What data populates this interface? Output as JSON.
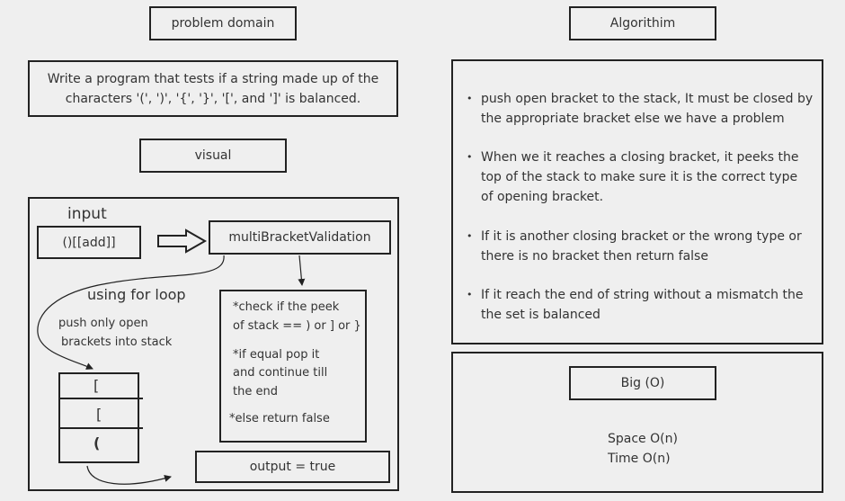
{
  "left": {
    "problem_domain_title": "problem domain",
    "problem_text_line1": "Write a program that tests if a string made up of the",
    "problem_text_line2": "characters '(', ')', '{', '}', '[', and ']' is balanced.",
    "visual_title": "visual"
  },
  "visual": {
    "input_label": "input",
    "input_value": "()[[add]]",
    "function_name": "multiBracketValidation",
    "loop_label": "using for loop",
    "push_note_line1": "push only open",
    "push_note_line2": "brackets into stack",
    "stack": [
      "[",
      "[",
      "("
    ],
    "check_line1": "*check if the peek",
    "check_line2": "of stack == ) or ] or }",
    "pop_line1": "*if equal pop it",
    "pop_line2": "and  continue till",
    "pop_line3": "the end",
    "else_line": "*else return false",
    "output": "output = true"
  },
  "right": {
    "algorithm_title": "Algorithim",
    "steps": [
      [
        "push open bracket to the stack, It must be closed by",
        "the appropriate bracket else we have a problem"
      ],
      [
        "When we it reaches a closing bracket, it peeks the",
        "top of the stack to make sure it is the correct type",
        "of opening bracket."
      ],
      [
        "If it is another closing bracket or the wrong type or",
        "there is no bracket then return false"
      ],
      [
        "If it reach the end of string without a mismatch the",
        "the set is balanced"
      ]
    ],
    "bigo_title": "Big (O)",
    "space": "Space O(n)",
    "time": "Time O(n)"
  }
}
